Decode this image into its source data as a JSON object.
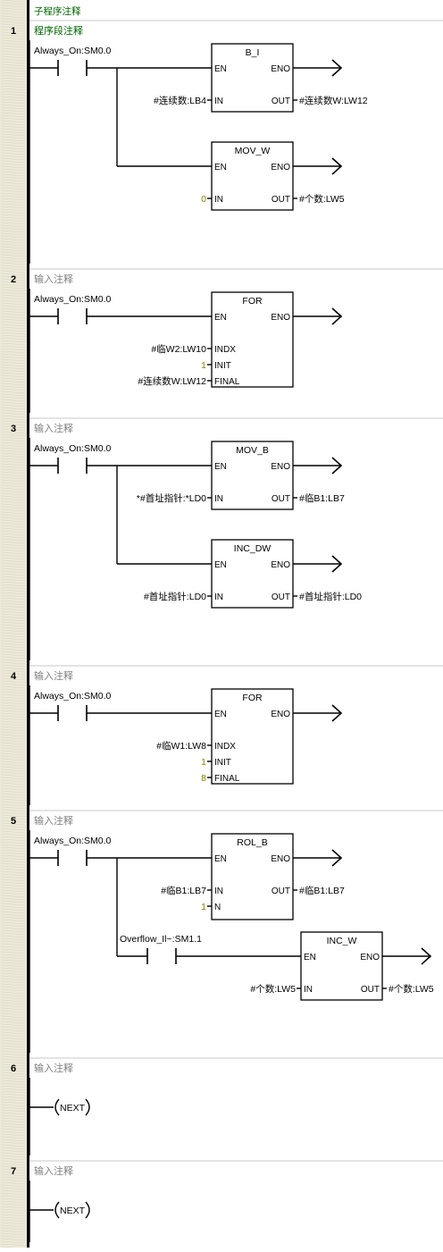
{
  "subroutine_comment": "子程序注释",
  "networks": [
    {
      "number": "1",
      "comment": "程序段注释",
      "comment_style": "dark",
      "contacts": [
        {
          "label": "Always_On:SM0.0"
        }
      ],
      "boxes": [
        {
          "name": "B_I",
          "rows": [
            {
              "left": "EN",
              "right": "ENO"
            },
            {
              "left": "IN",
              "right": "OUT",
              "in_op": "#连续数:LB4",
              "out_op": "#连续数W:LW12"
            }
          ]
        },
        {
          "name": "MOV_W",
          "rows": [
            {
              "left": "EN",
              "right": "ENO"
            },
            {
              "left": "IN",
              "right": "OUT",
              "in_op": "0",
              "out_op": "#个数:LW5"
            }
          ]
        }
      ]
    },
    {
      "number": "2",
      "comment": "输入注释",
      "comment_style": "gray",
      "contacts": [
        {
          "label": "Always_On:SM0.0"
        }
      ],
      "boxes": [
        {
          "name": "FOR",
          "rows": [
            {
              "left": "EN",
              "right": "ENO"
            },
            {
              "left": "INDX",
              "in_op": "#临W2:LW10"
            },
            {
              "left": "INIT",
              "in_op": "1"
            },
            {
              "left": "FINAL",
              "in_op": "#连续数W:LW12"
            }
          ]
        }
      ]
    },
    {
      "number": "3",
      "comment": "输入注释",
      "comment_style": "gray",
      "contacts": [
        {
          "label": "Always_On:SM0.0"
        }
      ],
      "boxes": [
        {
          "name": "MOV_B",
          "rows": [
            {
              "left": "EN",
              "right": "ENO"
            },
            {
              "left": "IN",
              "right": "OUT",
              "in_op": "*#首址指针:*LD0",
              "out_op": "#临B1:LB7"
            }
          ]
        },
        {
          "name": "INC_DW",
          "rows": [
            {
              "left": "EN",
              "right": "ENO"
            },
            {
              "left": "IN",
              "right": "OUT",
              "in_op": "#首址指针:LD0",
              "out_op": "#首址指针:LD0"
            }
          ]
        }
      ]
    },
    {
      "number": "4",
      "comment": "输入注释",
      "comment_style": "gray",
      "contacts": [
        {
          "label": "Always_On:SM0.0"
        }
      ],
      "boxes": [
        {
          "name": "FOR",
          "rows": [
            {
              "left": "EN",
              "right": "ENO"
            },
            {
              "left": "INDX",
              "in_op": "#临W1:LW8"
            },
            {
              "left": "INIT",
              "in_op": "1"
            },
            {
              "left": "FINAL",
              "in_op": "8"
            }
          ]
        }
      ]
    },
    {
      "number": "5",
      "comment": "输入注释",
      "comment_style": "gray",
      "contacts": [
        {
          "label": "Always_On:SM0.0"
        },
        {
          "label": "Overflow_Il~:SM1.1"
        }
      ],
      "boxes": [
        {
          "name": "ROL_B",
          "rows": [
            {
              "left": "EN",
              "right": "ENO"
            },
            {
              "left": "IN",
              "right": "OUT",
              "in_op": "#临B1:LB7",
              "out_op": "#临B1:LB7"
            },
            {
              "left": "N",
              "in_op": "1"
            }
          ]
        },
        {
          "name": "INC_W",
          "rows": [
            {
              "left": "EN",
              "right": "ENO"
            },
            {
              "left": "IN",
              "right": "OUT",
              "in_op": "#个数:LW5",
              "out_op": "#个数:LW5"
            }
          ]
        }
      ]
    },
    {
      "number": "6",
      "comment": "输入注释",
      "comment_style": "gray",
      "coil": "NEXT"
    },
    {
      "number": "7",
      "comment": "输入注释",
      "comment_style": "gray",
      "coil": "NEXT"
    }
  ],
  "colors": {
    "gutter": "#ece9d8",
    "comment_dark": "#006400",
    "comment_gray": "#808080",
    "constant": "#8b8000",
    "separator": "#c8c8c8"
  }
}
